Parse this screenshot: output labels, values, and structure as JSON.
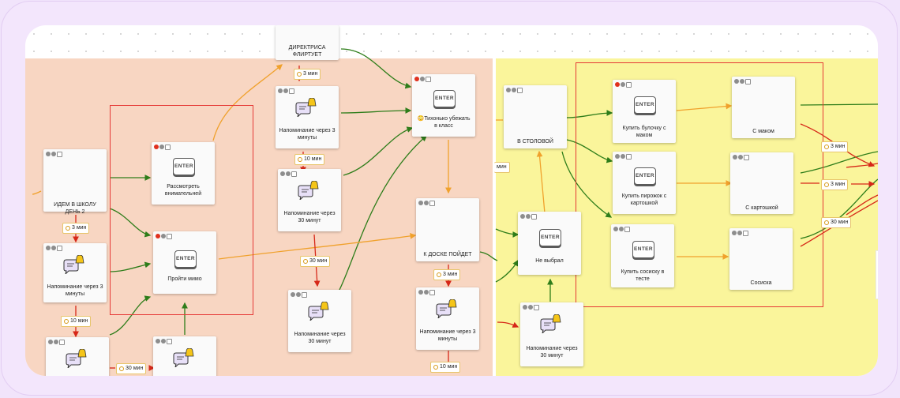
{
  "nodes": [
    {
      "id": "direktrisa",
      "label": "ДИРЕКТРИСА ФЛИРТУЕТ",
      "icon": "none",
      "icons": []
    },
    {
      "id": "tikhonko",
      "label": "😳Тихонько убежать в класс",
      "icon": "enter-icon",
      "icons": [
        "red",
        "gray",
        "square"
      ]
    },
    {
      "id": "napom3_mid",
      "label": "Напоминание через 3 минуты",
      "icon": "bell-icon",
      "icons": [
        "gray",
        "gray",
        "square"
      ]
    },
    {
      "id": "rassmotret",
      "label": "Рассмотреть внимательней",
      "icon": "enter-icon",
      "icons": [
        "red",
        "gray",
        "square"
      ]
    },
    {
      "id": "idem",
      "label": "ИДЕМ В ШКОЛУ ДЕНЬ 2",
      "icon": "none",
      "icons": [
        "gray",
        "gray",
        "square"
      ]
    },
    {
      "id": "napom30_mid",
      "label": "Напоминание через 30 минут",
      "icon": "bell-icon",
      "icons": [
        "gray",
        "gray",
        "square"
      ]
    },
    {
      "id": "projti",
      "label": "Пройти мимо",
      "icon": "enter-icon",
      "icons": [
        "red",
        "gray",
        "square"
      ]
    },
    {
      "id": "napom3_left",
      "label": "Напоминание через 3 минуты",
      "icon": "bell-icon",
      "icons": [
        "gray",
        "gray",
        "square"
      ]
    },
    {
      "id": "k_doske",
      "label": "К ДОСКЕ ПОЙДЕТ",
      "icon": "none",
      "icons": [
        "gray",
        "gray",
        "square"
      ]
    },
    {
      "id": "napom30_low",
      "label": "Напоминание через 30 минут",
      "icon": "bell-icon",
      "icons": [
        "gray",
        "gray",
        "square"
      ]
    },
    {
      "id": "napom3_right",
      "label": "Напоминание через 3 минуты",
      "icon": "bell-icon",
      "icons": [
        "gray",
        "gray",
        "square"
      ]
    },
    {
      "id": "bl_left",
      "label": "",
      "icon": "bell-icon",
      "icons": [
        "gray",
        "gray",
        "square"
      ]
    },
    {
      "id": "bl_mid",
      "label": "",
      "icon": "bell-icon",
      "icons": [
        "gray",
        "gray",
        "square"
      ]
    },
    {
      "id": "v_stolovoj",
      "label": "В СТОЛОВОЙ",
      "icon": "none",
      "icons": [
        "gray",
        "gray",
        "square"
      ]
    },
    {
      "id": "ne_vybral",
      "label": "Не выбрал",
      "icon": "enter-icon",
      "icons": [
        "gray",
        "gray",
        "square"
      ]
    },
    {
      "id": "napom30_yel",
      "label": "Напоминание через 30 минут",
      "icon": "bell-icon",
      "icons": [
        "gray",
        "gray",
        "square"
      ]
    },
    {
      "id": "bulochka",
      "label": "Купить булочку с маком",
      "icon": "enter-icon",
      "icons": [
        "red",
        "gray",
        "square"
      ]
    },
    {
      "id": "pirozhok",
      "label": "Купить пирожок с картошкой",
      "icon": "enter-icon",
      "icons": [
        "gray",
        "gray",
        "square"
      ]
    },
    {
      "id": "sosisku",
      "label": "Купить сосиску в тесте",
      "icon": "enter-icon",
      "icons": [
        "gray",
        "gray",
        "square"
      ]
    },
    {
      "id": "s_makom",
      "label": "С маком",
      "icon": "none",
      "icons": [
        "gray",
        "gray",
        "square"
      ]
    },
    {
      "id": "s_kartoshkoj",
      "label": "С картошкой",
      "icon": "none",
      "icons": [
        "gray",
        "gray",
        "square"
      ]
    },
    {
      "id": "sosiska",
      "label": "Сосиска",
      "icon": "none",
      "icons": [
        "gray",
        "gray",
        "square"
      ]
    }
  ],
  "timers": [
    {
      "id": "t3_top",
      "label": "3 мин"
    },
    {
      "id": "t10_mid",
      "label": "10 мин"
    },
    {
      "id": "t3_left",
      "label": "3 мин"
    },
    {
      "id": "t30_mid",
      "label": "30 мин"
    },
    {
      "id": "t10_left",
      "label": "10 мин"
    },
    {
      "id": "t30_bottom",
      "label": "30 мин"
    },
    {
      "id": "t3_right",
      "label": "3 мин"
    },
    {
      "id": "t10_right",
      "label": "10 мин"
    },
    {
      "id": "t_cut",
      "label": "мин"
    },
    {
      "id": "t3_yel1",
      "label": "3 мин"
    },
    {
      "id": "t3_yel2",
      "label": "3 мин"
    },
    {
      "id": "t30_yel",
      "label": "30 мин"
    }
  ],
  "colors": {
    "zone_peach": "#f8d6c2",
    "zone_yellow": "#faf59b",
    "frame_lilac": "#f3e6fc",
    "wire_green": "#2e7d1a",
    "wire_orange": "#f0a12c",
    "wire_red": "#d62718",
    "highlight_red": "#e53935"
  }
}
